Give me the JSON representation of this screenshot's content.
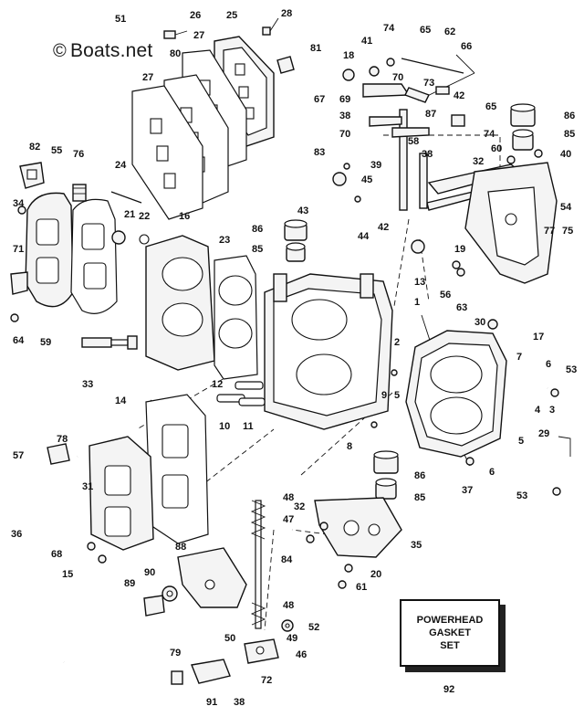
{
  "watermark": {
    "symbol": "©",
    "text": "Boats.net"
  },
  "gasket_kit": {
    "lines": [
      "POWERHEAD",
      "GASKET",
      "SET"
    ]
  },
  "callouts": [
    "51",
    "26",
    "25",
    "28",
    "74",
    "41",
    "65",
    "62",
    "66",
    "18",
    "27",
    "80",
    "81",
    "70",
    "73",
    "67",
    "69",
    "42",
    "38",
    "87",
    "65",
    "74",
    "70",
    "86",
    "85",
    "58",
    "38",
    "82",
    "55",
    "76",
    "27",
    "83",
    "60",
    "32",
    "40",
    "39",
    "45",
    "24",
    "43",
    "42",
    "44",
    "54",
    "21",
    "22",
    "16",
    "23",
    "86",
    "85",
    "77",
    "75",
    "34",
    "19",
    "71",
    "13",
    "56",
    "63",
    "1",
    "30",
    "17",
    "64",
    "59",
    "33",
    "2",
    "7",
    "6",
    "53",
    "12",
    "5",
    "9",
    "10",
    "11",
    "14",
    "8",
    "3",
    "4",
    "5",
    "29",
    "78",
    "57",
    "31",
    "86",
    "85",
    "37",
    "6",
    "53",
    "48",
    "32",
    "47",
    "35",
    "36",
    "68",
    "15",
    "88",
    "84",
    "20",
    "61",
    "90",
    "89",
    "48",
    "52",
    "50",
    "49",
    "46",
    "79",
    "72",
    "91",
    "38",
    "92"
  ]
}
